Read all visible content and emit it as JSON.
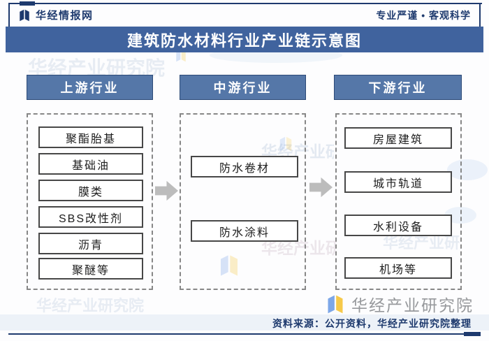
{
  "page": {
    "topbar": {
      "logo_text": "华经情报网",
      "slogan": "专业严谨 • 客观科学"
    },
    "title": "建筑防水材料行业产业链示意图",
    "columns": [
      {
        "header": "上游行业",
        "items": [
          "聚酯胎基",
          "基础油",
          "膜类",
          "SBS改性剂",
          "沥青",
          "聚醚等"
        ]
      },
      {
        "header": "中游行业",
        "items": [
          "防水卷材",
          "防水涂料"
        ]
      },
      {
        "header": "下游行业",
        "items": [
          "房屋建筑",
          "城市轨道",
          "水利设备",
          "机场等"
        ]
      }
    ],
    "footer": {
      "brand": "华经产业研究院",
      "source": "资料来源：公开资料，华经产业研究院整理"
    },
    "watermark": {
      "text": "华经产业研究院"
    },
    "icons": {
      "site_logo": "open-book-icon",
      "flow_arrow": "arrow-right-icon"
    },
    "colors": {
      "navy": "#1e3a6e",
      "banner_blue": "#40639e",
      "header_blue": "#5577a8",
      "box_border": "#474747",
      "arrow_gray": "#bcbcbc",
      "brand_gray": "#97999c",
      "logo_blue": "#7da7e8",
      "logo_yellow": "#f6c94a"
    }
  }
}
